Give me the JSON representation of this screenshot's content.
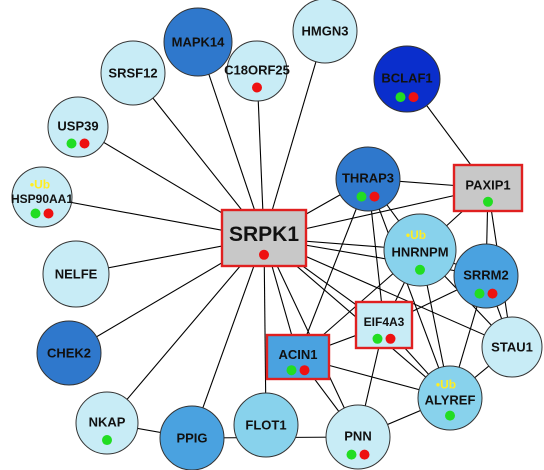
{
  "colors": {
    "pale": "#c8ecf6",
    "light": "#88d2ec",
    "mid": "#4aa2e0",
    "strong": "#2f78cc",
    "dark": "#0a2ecc",
    "hub_fill": "#c8c8c8",
    "box_border": "#e02020",
    "edge": "#000000",
    "dot_green": "#22dd22",
    "dot_red": "#ee1111",
    "ub_text": "#ffee22"
  },
  "marker_label": "•Ub",
  "nodes": [
    {
      "id": "SRPK1",
      "label": "SRPK1",
      "shape": "box",
      "fill": "hub_fill",
      "green": false,
      "red": true,
      "ub": false
    },
    {
      "id": "MAPK14",
      "label": "MAPK14",
      "shape": "circle",
      "fill": "strong",
      "green": false,
      "red": false,
      "ub": false
    },
    {
      "id": "HMGN3",
      "label": "HMGN3",
      "shape": "circle",
      "fill": "pale",
      "green": false,
      "red": false,
      "ub": false
    },
    {
      "id": "C18ORF25",
      "label": "C18ORF25",
      "shape": "circle",
      "fill": "pale",
      "green": false,
      "red": true,
      "ub": false
    },
    {
      "id": "SRSF12",
      "label": "SRSF12",
      "shape": "circle",
      "fill": "pale",
      "green": false,
      "red": false,
      "ub": false
    },
    {
      "id": "BCLAF1",
      "label": "BCLAF1",
      "shape": "circle",
      "fill": "dark",
      "green": true,
      "red": true,
      "ub": false
    },
    {
      "id": "USP39",
      "label": "USP39",
      "shape": "circle",
      "fill": "pale",
      "green": true,
      "red": true,
      "ub": false
    },
    {
      "id": "THRAP3",
      "label": "THRAP3",
      "shape": "circle",
      "fill": "strong",
      "green": true,
      "red": true,
      "ub": false
    },
    {
      "id": "PAXIP1",
      "label": "PAXIP1",
      "shape": "box",
      "fill": "hub_fill",
      "green": true,
      "red": false,
      "ub": false
    },
    {
      "id": "HSP90AA1",
      "label": "HSP90AA1",
      "shape": "circle",
      "fill": "pale",
      "green": true,
      "red": true,
      "ub": true
    },
    {
      "id": "HNRNPM",
      "label": "HNRNPM",
      "shape": "circle",
      "fill": "light",
      "green": true,
      "red": false,
      "ub": true
    },
    {
      "id": "NELFE",
      "label": "NELFE",
      "shape": "circle",
      "fill": "pale",
      "green": false,
      "red": false,
      "ub": false
    },
    {
      "id": "SRRM2",
      "label": "SRRM2",
      "shape": "circle",
      "fill": "mid",
      "green": true,
      "red": true,
      "ub": false
    },
    {
      "id": "EIF4A3",
      "label": "EIF4A3",
      "shape": "box",
      "fill": "pale",
      "green": true,
      "red": true,
      "ub": false
    },
    {
      "id": "CHEK2",
      "label": "CHEK2",
      "shape": "circle",
      "fill": "strong",
      "green": false,
      "red": false,
      "ub": false
    },
    {
      "id": "ACIN1",
      "label": "ACIN1",
      "shape": "box",
      "fill": "mid",
      "green": true,
      "red": true,
      "ub": false
    },
    {
      "id": "STAU1",
      "label": "STAU1",
      "shape": "circle",
      "fill": "pale",
      "green": false,
      "red": false,
      "ub": false
    },
    {
      "id": "ALYREF",
      "label": "ALYREF",
      "shape": "circle",
      "fill": "light",
      "green": true,
      "red": false,
      "ub": true
    },
    {
      "id": "NKAP",
      "label": "NKAP",
      "shape": "circle",
      "fill": "pale",
      "green": true,
      "red": false,
      "ub": false
    },
    {
      "id": "PPIG",
      "label": "PPIG",
      "shape": "circle",
      "fill": "mid",
      "green": false,
      "red": false,
      "ub": false
    },
    {
      "id": "FLOT1",
      "label": "FLOT1",
      "shape": "circle",
      "fill": "light",
      "green": false,
      "red": false,
      "ub": false
    },
    {
      "id": "PNN",
      "label": "PNN",
      "shape": "circle",
      "fill": "pale",
      "green": true,
      "red": true,
      "ub": false
    }
  ],
  "edges": [
    [
      "SRPK1",
      "MAPK14"
    ],
    [
      "SRPK1",
      "HMGN3"
    ],
    [
      "SRPK1",
      "C18ORF25"
    ],
    [
      "SRPK1",
      "SRSF12"
    ],
    [
      "SRPK1",
      "USP39"
    ],
    [
      "SRPK1",
      "HSP90AA1"
    ],
    [
      "SRPK1",
      "NELFE"
    ],
    [
      "SRPK1",
      "CHEK2"
    ],
    [
      "SRPK1",
      "NKAP"
    ],
    [
      "SRPK1",
      "PPIG"
    ],
    [
      "SRPK1",
      "FLOT1"
    ],
    [
      "SRPK1",
      "PNN"
    ],
    [
      "SRPK1",
      "ACIN1"
    ],
    [
      "SRPK1",
      "EIF4A3"
    ],
    [
      "SRPK1",
      "ALYREF"
    ],
    [
      "SRPK1",
      "STAU1"
    ],
    [
      "SRPK1",
      "SRRM2"
    ],
    [
      "SRPK1",
      "HNRNPM"
    ],
    [
      "SRPK1",
      "THRAP3"
    ],
    [
      "SRPK1",
      "PAXIP1"
    ],
    [
      "BCLAF1",
      "PAXIP1"
    ],
    [
      "THRAP3",
      "PAXIP1"
    ],
    [
      "THRAP3",
      "HNRNPM"
    ],
    [
      "THRAP3",
      "ACIN1"
    ],
    [
      "THRAP3",
      "EIF4A3"
    ],
    [
      "THRAP3",
      "ALYREF"
    ],
    [
      "PAXIP1",
      "HNRNPM"
    ],
    [
      "PAXIP1",
      "SRRM2"
    ],
    [
      "PAXIP1",
      "STAU1"
    ],
    [
      "HNRNPM",
      "SRRM2"
    ],
    [
      "HNRNPM",
      "EIF4A3"
    ],
    [
      "HNRNPM",
      "ALYREF"
    ],
    [
      "HNRNPM",
      "STAU1"
    ],
    [
      "HNRNPM",
      "ACIN1"
    ],
    [
      "SRRM2",
      "EIF4A3"
    ],
    [
      "SRRM2",
      "ALYREF"
    ],
    [
      "SRRM2",
      "STAU1"
    ],
    [
      "EIF4A3",
      "ALYREF"
    ],
    [
      "EIF4A3",
      "ACIN1"
    ],
    [
      "EIF4A3",
      "PNN"
    ],
    [
      "ACIN1",
      "ALYREF"
    ],
    [
      "ACIN1",
      "PNN"
    ],
    [
      "STAU1",
      "ALYREF"
    ],
    [
      "ALYREF",
      "PNN"
    ],
    [
      "NKAP",
      "PPIG"
    ],
    [
      "PPIG",
      "PNN"
    ]
  ]
}
